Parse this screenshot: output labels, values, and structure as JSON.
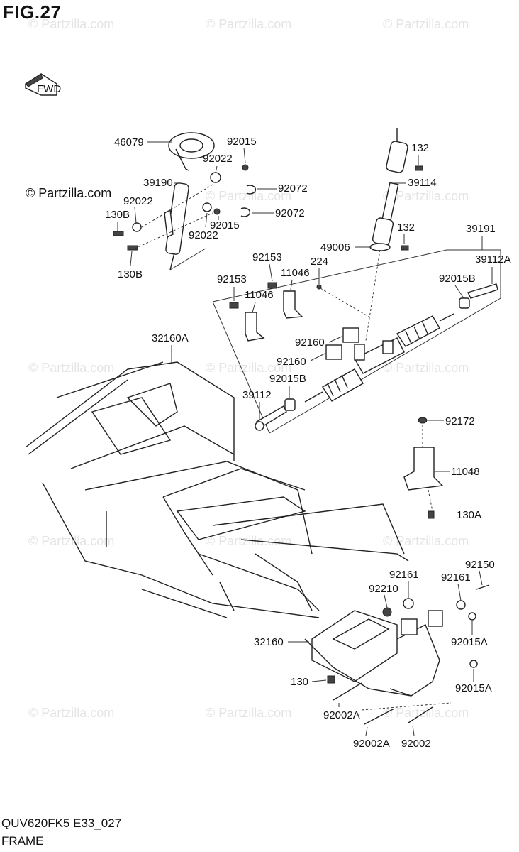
{
  "figure_title": "FIG.27",
  "copyright": "© Partzilla.com",
  "watermark": "© Partzilla.com",
  "fwd_label": "FWD",
  "footer": {
    "code": "QUV620FK5 E33_027",
    "name": "FRAME"
  },
  "parts": [
    "46079",
    "92015",
    "92022",
    "39190",
    "92072",
    "92022",
    "130B",
    "92015",
    "92072",
    "92022",
    "130B",
    "132",
    "39114",
    "132",
    "49006",
    "39191",
    "39112A",
    "224",
    "92153",
    "11046",
    "92153",
    "11046",
    "92015B",
    "92160",
    "92160",
    "92015B",
    "39112",
    "32160A",
    "92172",
    "11048",
    "130A",
    "92150",
    "92161",
    "92210",
    "92161",
    "32160",
    "92015A",
    "130",
    "92015A",
    "92002A",
    "92002A",
    "92002"
  ]
}
